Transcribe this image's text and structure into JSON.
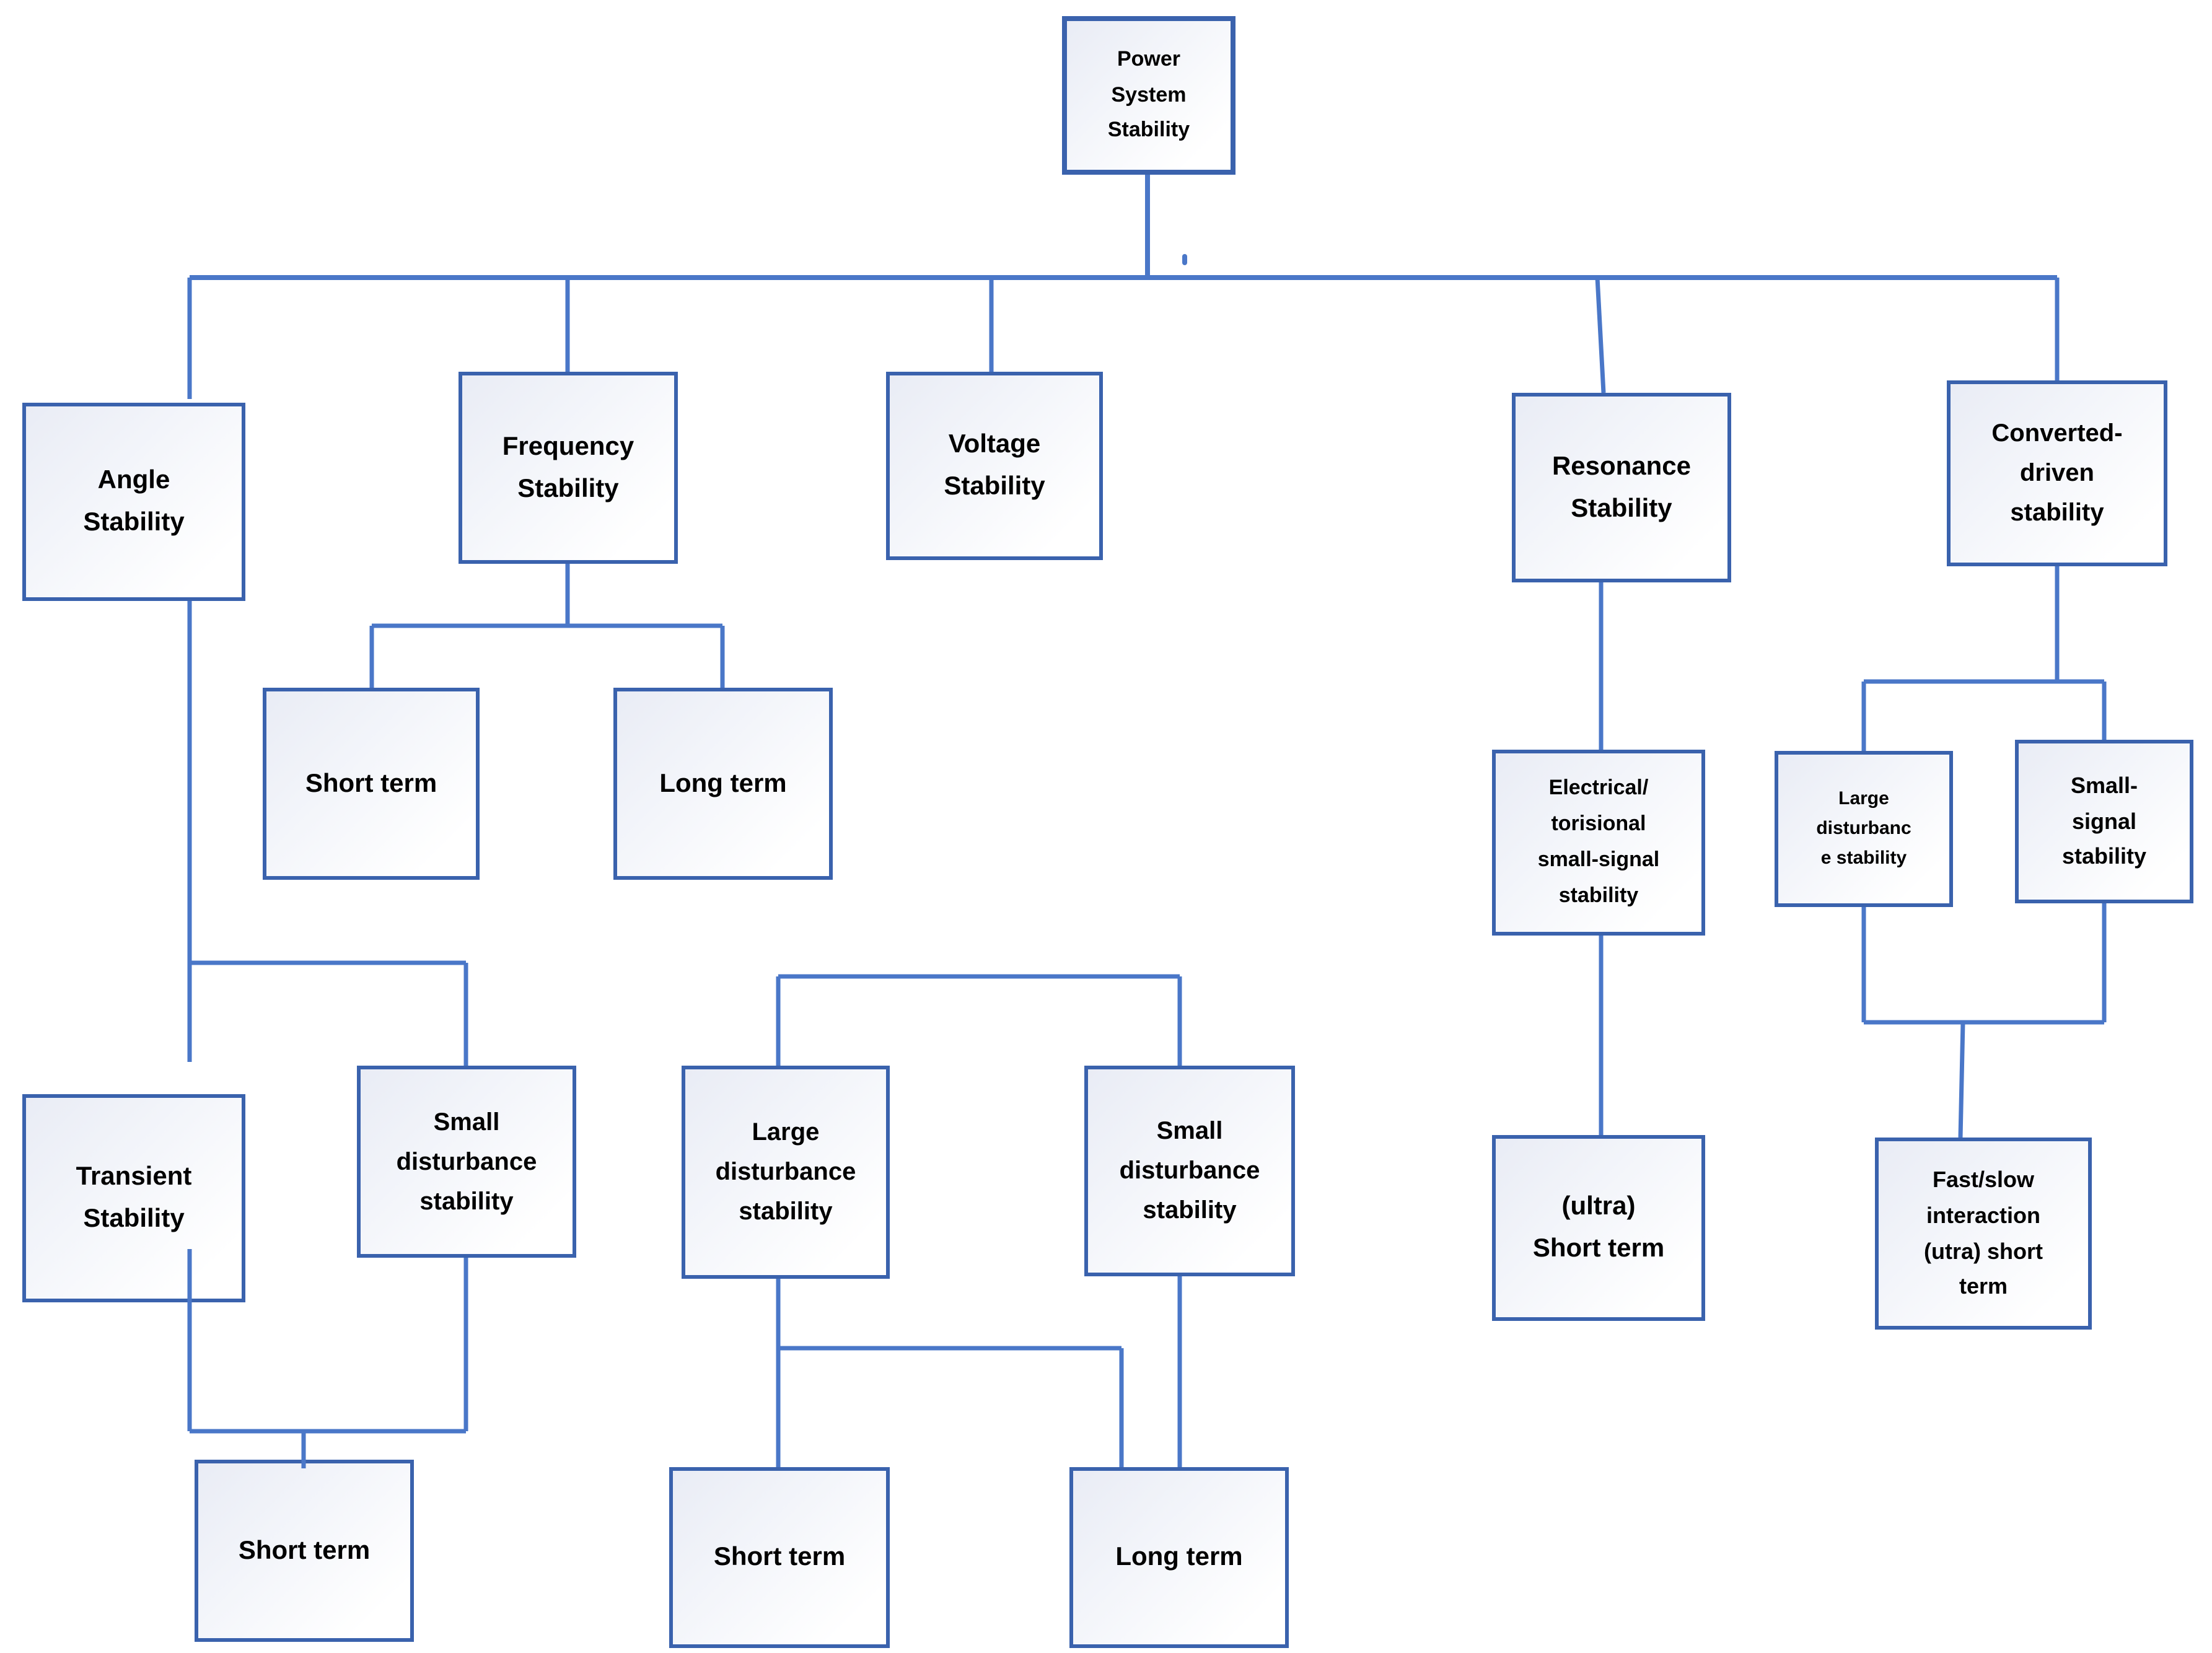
{
  "diagram": {
    "title": "Power System Stability",
    "colors": {
      "box_border": "#3a62ad",
      "connector": "#4a77c8",
      "box_fill_start": "#e9ecf5",
      "box_fill_end": "#ffffff",
      "text": "#000000"
    },
    "nodes": {
      "root": {
        "label": "Power\nSystem\nStability"
      },
      "angle": {
        "label": "Angle\nStability"
      },
      "frequency": {
        "label": "Frequency\nStability"
      },
      "voltage": {
        "label": "Voltage\nStability"
      },
      "resonance": {
        "label": "Resonance\nStability"
      },
      "converted": {
        "label": "Converted-\ndriven\nstability"
      },
      "freq_short": {
        "label": "Short term"
      },
      "freq_long": {
        "label": "Long term"
      },
      "transient": {
        "label": "Transient\nStability"
      },
      "angle_small": {
        "label": "Small\ndisturbance\nstability"
      },
      "angle_short": {
        "label": "Short term"
      },
      "volt_large": {
        "label": "Large\ndisturbance\nstability"
      },
      "volt_small": {
        "label": "Small\ndisturbance\nstability"
      },
      "volt_short": {
        "label": "Short term"
      },
      "volt_long": {
        "label": "Long term"
      },
      "electrical": {
        "label": "Electrical/\ntorisional\nsmall-signal\nstability"
      },
      "res_short": {
        "label": "(ultra)\nShort term"
      },
      "conv_large": {
        "label": "Large\ndisturbanc\ne stability"
      },
      "conv_small": {
        "label": "Small-\nsignal\nstability"
      },
      "fastslow": {
        "label": "Fast/slow\ninteraction\n(utra) short\nterm"
      }
    }
  }
}
